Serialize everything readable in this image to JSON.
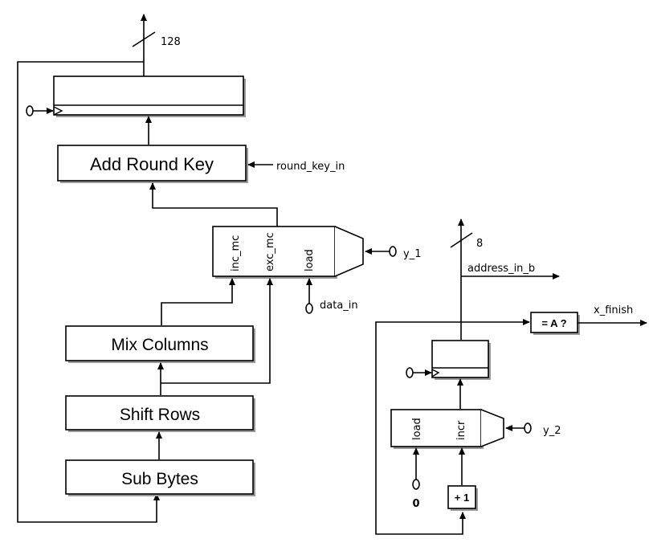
{
  "blocks": {
    "add_round_key": "Add Round Key",
    "mix_columns": "Mix Columns",
    "shift_rows": "Shift Rows",
    "sub_bytes": "Sub Bytes",
    "compare": "= A ?",
    "plus_one": "+ 1"
  },
  "mux_main": {
    "inputs": [
      "inc_mc",
      "exc_mc",
      "load"
    ],
    "select": "y_1"
  },
  "mux_counter": {
    "inputs": [
      "load",
      "incr"
    ],
    "select": "y_2"
  },
  "signals": {
    "bus_width_main": "128",
    "bus_width_counter": "8",
    "round_key_in": "round_key_in",
    "data_in": "data_in",
    "address_in_b": "address_in_b",
    "x_finish": "x_finish",
    "zero_const": "0"
  }
}
